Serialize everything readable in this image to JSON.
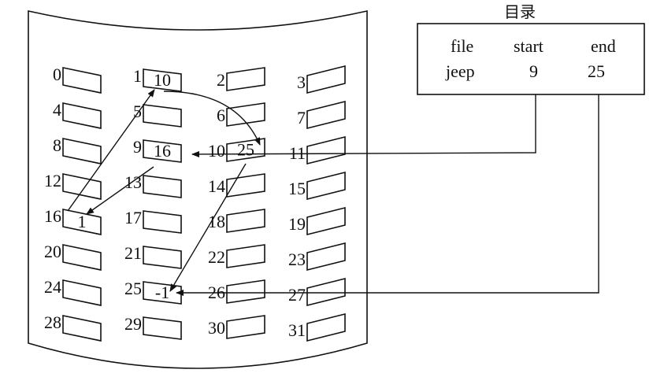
{
  "directory": {
    "title": "目录",
    "headers": [
      "file",
      "start",
      "end"
    ],
    "row": {
      "file": "jeep",
      "start": "9",
      "end": "25"
    }
  },
  "disk": {
    "blocks": [
      {
        "num": "0",
        "value": ""
      },
      {
        "num": "1",
        "value": "10"
      },
      {
        "num": "2",
        "value": ""
      },
      {
        "num": "3",
        "value": ""
      },
      {
        "num": "4",
        "value": ""
      },
      {
        "num": "5",
        "value": ""
      },
      {
        "num": "6",
        "value": ""
      },
      {
        "num": "7",
        "value": ""
      },
      {
        "num": "8",
        "value": ""
      },
      {
        "num": "9",
        "value": "16"
      },
      {
        "num": "10",
        "value": "25"
      },
      {
        "num": "11",
        "value": ""
      },
      {
        "num": "12",
        "value": ""
      },
      {
        "num": "13",
        "value": ""
      },
      {
        "num": "14",
        "value": ""
      },
      {
        "num": "15",
        "value": ""
      },
      {
        "num": "16",
        "value": "1"
      },
      {
        "num": "17",
        "value": ""
      },
      {
        "num": "18",
        "value": ""
      },
      {
        "num": "19",
        "value": ""
      },
      {
        "num": "20",
        "value": ""
      },
      {
        "num": "21",
        "value": ""
      },
      {
        "num": "22",
        "value": ""
      },
      {
        "num": "23",
        "value": ""
      },
      {
        "num": "24",
        "value": ""
      },
      {
        "num": "25",
        "value": "-1"
      },
      {
        "num": "26",
        "value": ""
      },
      {
        "num": "27",
        "value": ""
      },
      {
        "num": "28",
        "value": ""
      },
      {
        "num": "29",
        "value": ""
      },
      {
        "num": "30",
        "value": ""
      },
      {
        "num": "31",
        "value": ""
      }
    ]
  }
}
